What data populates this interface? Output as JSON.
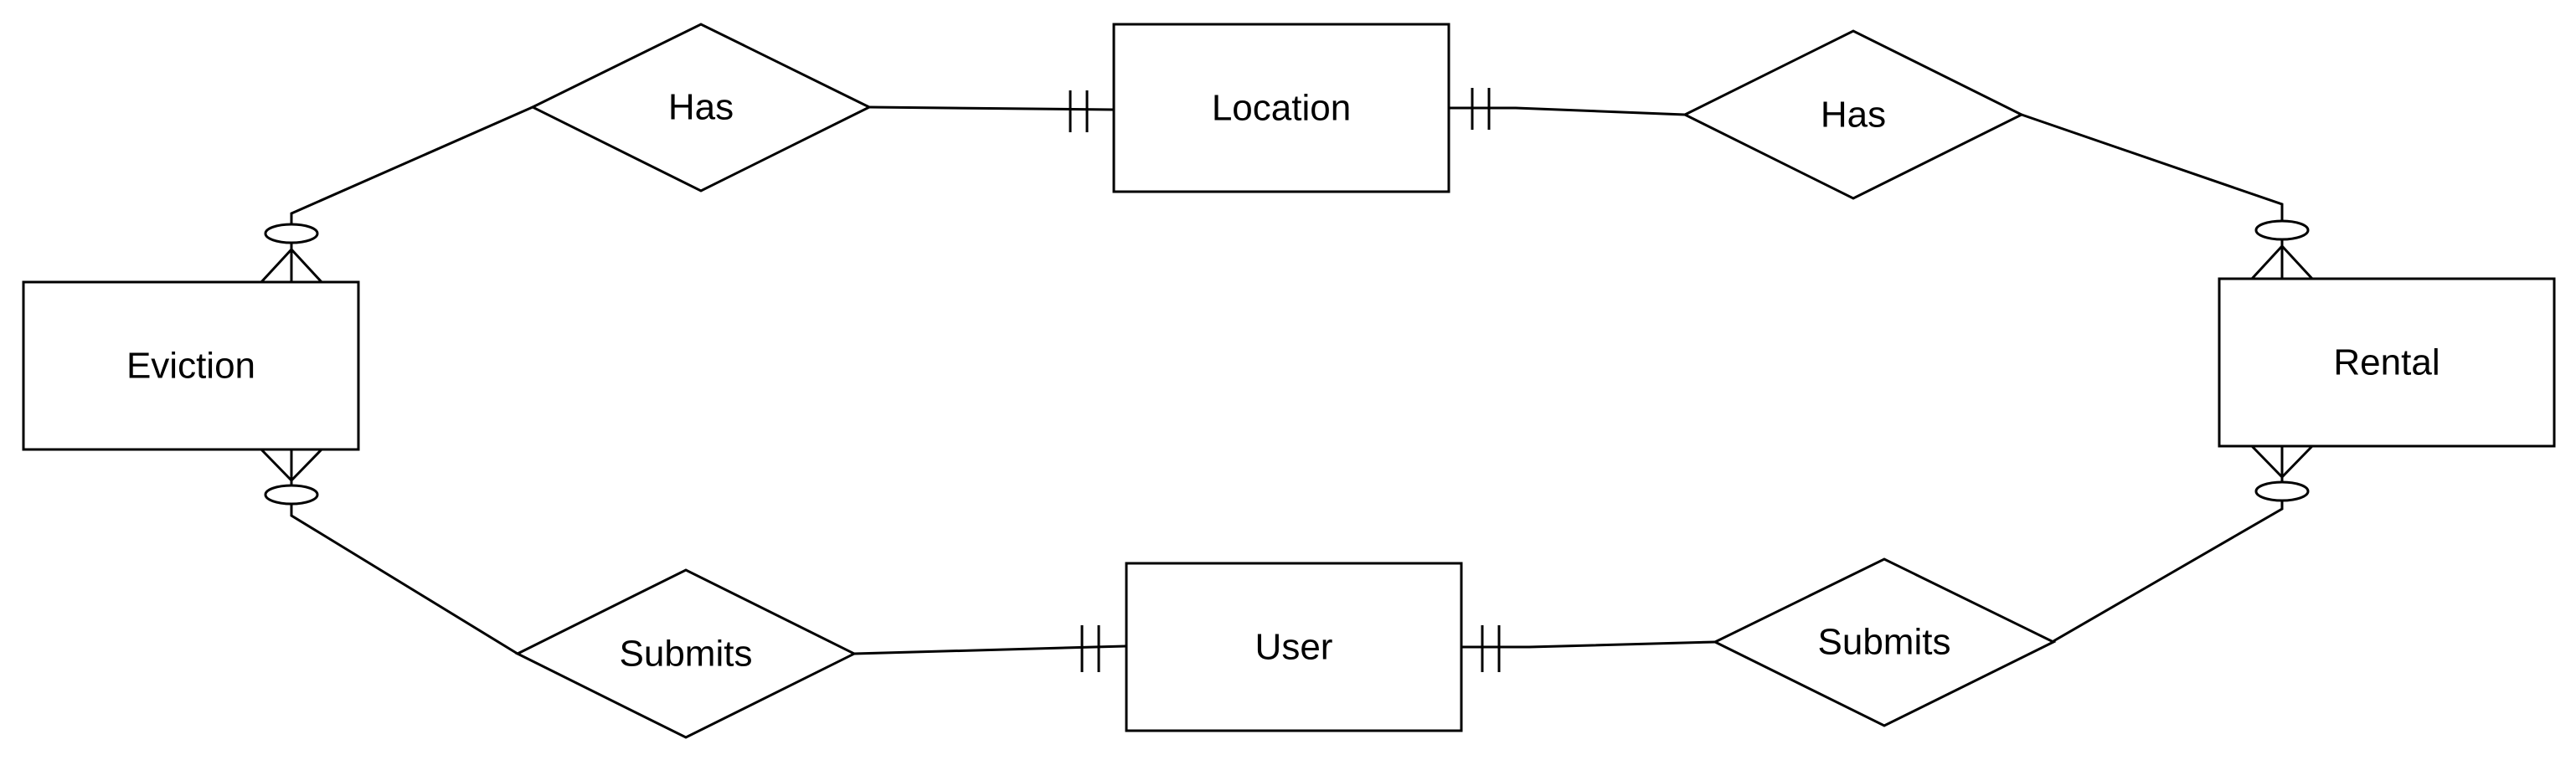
{
  "colors": {
    "stroke": "#000000",
    "fill": "#ffffff",
    "text": "#000000"
  },
  "entities": {
    "location": {
      "label": "Location"
    },
    "eviction": {
      "label": "Eviction"
    },
    "rental": {
      "label": "Rental"
    },
    "user": {
      "label": "User"
    }
  },
  "relationships": {
    "has_left": {
      "label": "Has"
    },
    "has_right": {
      "label": "Has"
    },
    "submits_left": {
      "label": "Submits"
    },
    "submits_right": {
      "label": "Submits"
    }
  },
  "cardinality": {
    "location_has_left": "exactly-one",
    "location_has_right": "exactly-one",
    "eviction_has": "zero-or-many",
    "rental_has": "zero-or-many",
    "eviction_submits": "zero-or-many",
    "rental_submits": "zero-or-many",
    "user_submits_left": "exactly-one",
    "user_submits_right": "exactly-one"
  }
}
